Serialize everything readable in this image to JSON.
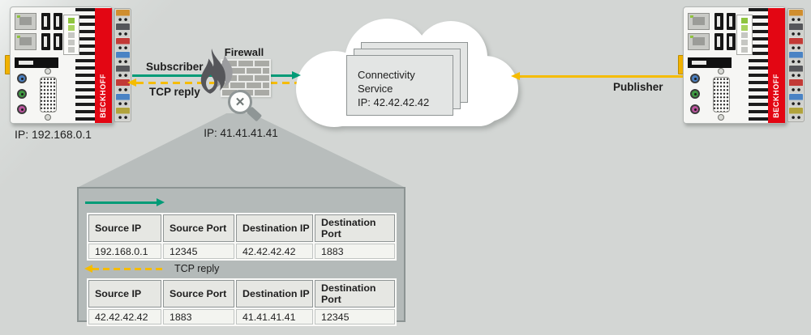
{
  "colors": {
    "green": "#009B77",
    "yellow": "#F5BC00",
    "beckhoff_red": "#E30613"
  },
  "devices": {
    "left": {
      "brand": "BECKHOFF",
      "ip_label": "IP: 192.168.0.1"
    },
    "right": {
      "brand": "BECKHOFF"
    }
  },
  "flows": {
    "subscriber_label": "Subscriber",
    "tcp_reply_label": "TCP reply",
    "publisher_label": "Publisher"
  },
  "firewall": {
    "label": "Firewall",
    "ip_label": "IP: 41.41.41.41"
  },
  "magnifier": {
    "glyph": "✕"
  },
  "cloud": {
    "title": "Connectivity Service",
    "ip_label": "IP: 42.42.42.42"
  },
  "detail_panel": {
    "reply_label": "TCP reply",
    "tables": [
      {
        "headers": [
          "Source IP",
          "Source Port",
          "Destination IP",
          "Destination Port"
        ],
        "rows": [
          [
            "192.168.0.1",
            "12345",
            "42.42.42.42",
            "1883"
          ]
        ]
      },
      {
        "headers": [
          "Source IP",
          "Source Port",
          "Destination IP",
          "Destination Port"
        ],
        "rows": [
          [
            "42.42.42.42",
            "1883",
            "41.41.41.41",
            "12345"
          ]
        ]
      }
    ]
  }
}
